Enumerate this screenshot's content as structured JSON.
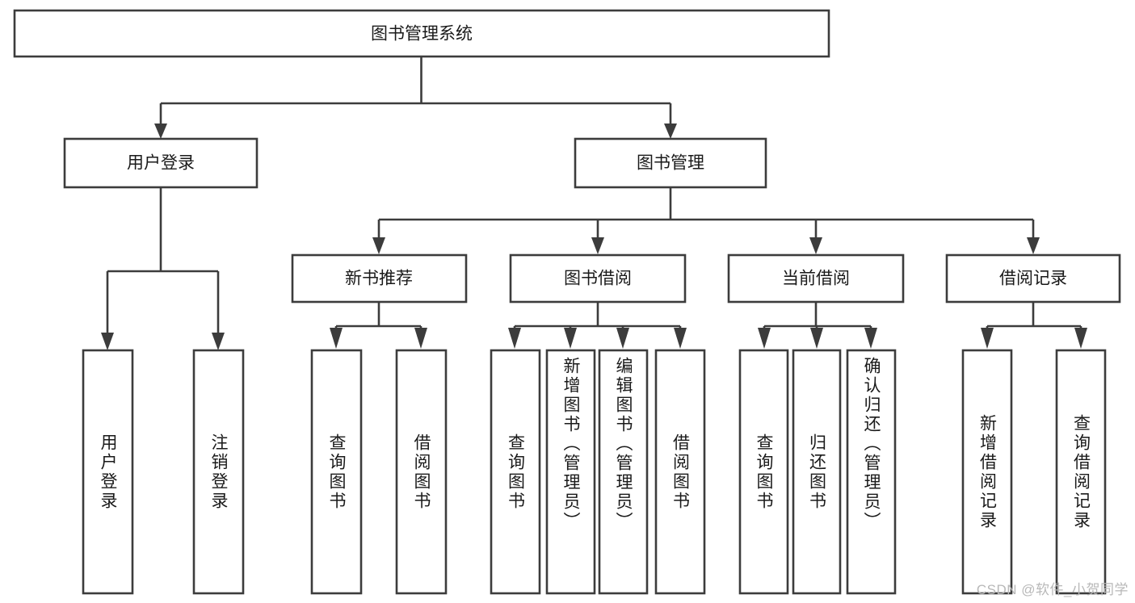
{
  "diagram": {
    "type": "hierarchy-tree",
    "title_node": {
      "label": "图书管理系统"
    },
    "level1": [
      {
        "id": "user-login",
        "label": "用户登录"
      },
      {
        "id": "book-management",
        "label": "图书管理"
      }
    ],
    "level2": [
      {
        "id": "new-book-recommend",
        "label": "新书推荐",
        "parent": "book-management"
      },
      {
        "id": "book-borrow",
        "label": "图书借阅",
        "parent": "book-management"
      },
      {
        "id": "current-borrow",
        "label": "当前借阅",
        "parent": "book-management"
      },
      {
        "id": "borrow-record",
        "label": "借阅记录",
        "parent": "book-management"
      }
    ],
    "leaves": {
      "user-login": [
        {
          "id": "leaf-user-login",
          "label": "用户登录"
        },
        {
          "id": "leaf-user-logout",
          "label": "注销登录"
        }
      ],
      "new-book-recommend": [
        {
          "id": "leaf-query-book-1",
          "label": "查询图书"
        },
        {
          "id": "leaf-borrow-book-1",
          "label": "借阅图书"
        }
      ],
      "book-borrow": [
        {
          "id": "leaf-query-book-2",
          "label": "查询图书"
        },
        {
          "id": "leaf-add-book",
          "label": "新增图书（管理员）"
        },
        {
          "id": "leaf-edit-book",
          "label": "编辑图书（管理员）"
        },
        {
          "id": "leaf-borrow-book-2",
          "label": "借阅图书"
        }
      ],
      "current-borrow": [
        {
          "id": "leaf-query-book-3",
          "label": "查询图书"
        },
        {
          "id": "leaf-return-book",
          "label": "归还图书"
        },
        {
          "id": "leaf-confirm-return",
          "label": "确认归还（管理员）"
        }
      ],
      "borrow-record": [
        {
          "id": "leaf-add-record",
          "label": "新增借阅记录"
        },
        {
          "id": "leaf-query-record",
          "label": "查询借阅记录"
        }
      ]
    }
  },
  "watermark": {
    "text": "CSDN @软件_小贺同学"
  },
  "colors": {
    "stroke": "#3c3c3c",
    "box_fill": "#ffffff",
    "text": "#1a1a1a",
    "watermark": "#b8b8b8",
    "background": "#ffffff"
  }
}
